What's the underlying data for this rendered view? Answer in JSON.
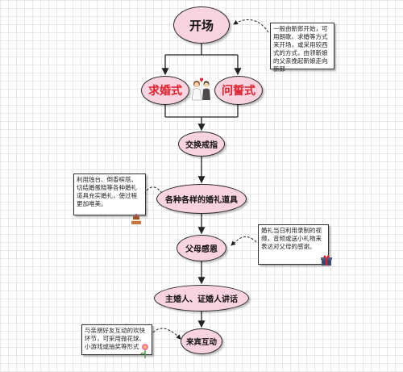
{
  "nodes": {
    "start": "开场",
    "proposal": "求婚式",
    "vow": "问誓式",
    "rings": "交换戒指",
    "props": "各种各样的婚礼道具",
    "parents": "父母感恩",
    "officiant": "主婚人、证婚人讲话",
    "guests": "来宾互动"
  },
  "notes": {
    "opening": "一般由新郎开始，可用朗歌、求婚等方式来开场，或采用较西式的方式，由领新娘的父亲挽起新娘走向新郎",
    "props": "利用烛台、倒香槟塔、切结婚蛋糕等各种婚礼道具充实婚礼，使过程更加唯美。",
    "parents": "婚礼当日利用录制的视频，音频或送小礼物来表达对父母的感谢。",
    "guests": "与亲朋好友互动的欢快环节，可采用抛花球、小游戏或抽奖等形式"
  },
  "colors": {
    "node_fill": "#f9d3df",
    "accent_red": "#e0202b",
    "connector": "#222222"
  },
  "icons": [
    "couple-icon",
    "cake-icon",
    "gift-icon",
    "flower-icon"
  ]
}
